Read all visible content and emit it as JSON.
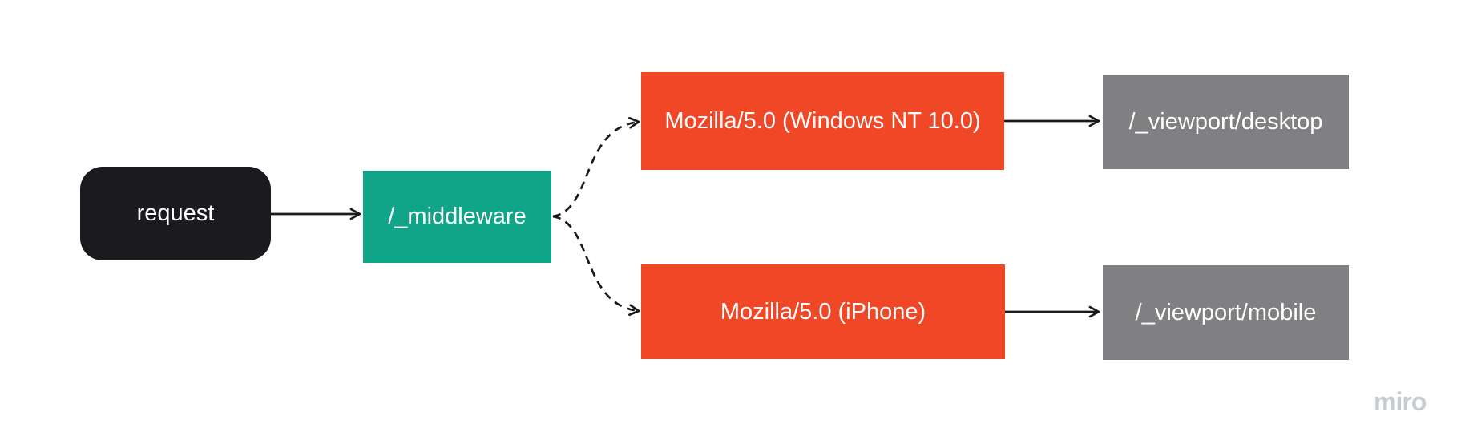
{
  "watermark": {
    "label": "miro",
    "color": "#c9cbd3"
  },
  "diagram": {
    "background": "#ffffff",
    "edge_color": "#1a1a1a",
    "nodes": [
      {
        "id": "request",
        "label": "request",
        "shape": "rounded-rectangle",
        "fill": "#1b1b1f",
        "text_color": "#ffffff"
      },
      {
        "id": "middleware",
        "label": "/_middleware",
        "shape": "rectangle",
        "fill": "#10a489",
        "text_color": "#ffffff"
      },
      {
        "id": "ua-desktop",
        "label": "Mozilla/5.0 (Windows NT 10.0)",
        "shape": "rectangle",
        "fill": "#f04726",
        "text_color": "#ffffff"
      },
      {
        "id": "viewport-desktop",
        "label": "/_viewport/desktop",
        "shape": "rectangle",
        "fill": "#808083",
        "text_color": "#ffffff"
      },
      {
        "id": "ua-mobile",
        "label": "Mozilla/5.0 (iPhone)",
        "shape": "rectangle",
        "fill": "#f04726",
        "text_color": "#ffffff"
      },
      {
        "id": "viewport-mobile",
        "label": "/_viewport/mobile",
        "shape": "rectangle",
        "fill": "#808083",
        "text_color": "#ffffff"
      }
    ],
    "edges": [
      {
        "from": "request",
        "to": "middleware",
        "style": "solid",
        "arrow": "open-chevron"
      },
      {
        "from": "middleware",
        "to": "ua-desktop",
        "style": "dashed",
        "arrow": "open-chevron"
      },
      {
        "from": "middleware",
        "to": "ua-mobile",
        "style": "dashed",
        "arrow": "open-chevron"
      },
      {
        "from": "ua-desktop",
        "to": "viewport-desktop",
        "style": "solid",
        "arrow": "open-chevron"
      },
      {
        "from": "ua-mobile",
        "to": "viewport-mobile",
        "style": "solid",
        "arrow": "open-chevron"
      }
    ]
  }
}
